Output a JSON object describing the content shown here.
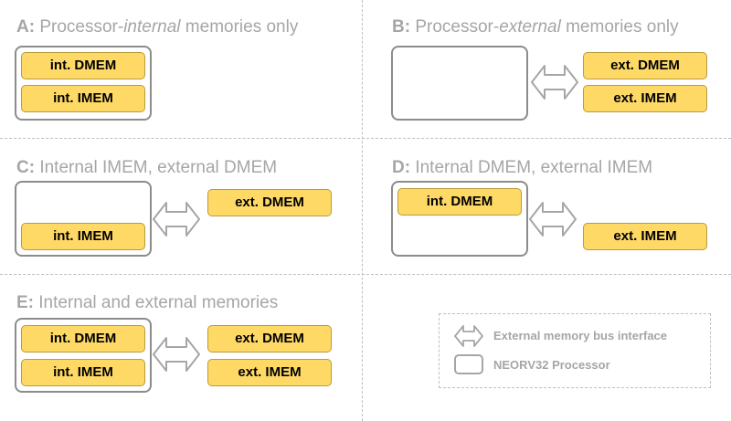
{
  "sections": {
    "a": {
      "letter": "A:",
      "pre": " Processor-",
      "emph": "internal",
      "post": " memories only"
    },
    "b": {
      "letter": "B:",
      "pre": " Processor-",
      "emph": "external",
      "post": " memories only"
    },
    "c": {
      "letter": "C:",
      "text": " Internal IMEM, external DMEM"
    },
    "d": {
      "letter": "D:",
      "text": " Internal DMEM, external IMEM"
    },
    "e": {
      "letter": "E:",
      "text": " Internal and external memories"
    }
  },
  "labels": {
    "int_dmem": "int. DMEM",
    "int_imem": "int. IMEM",
    "ext_dmem": "ext. DMEM",
    "ext_imem": "ext. IMEM"
  },
  "legend": {
    "bus_label": "External memory bus interface",
    "processor_label": "NEORV32 Processor"
  },
  "colors": {
    "memory_fill": "#ffd966",
    "processor_border": "#8c8c8c",
    "title_text": "#a6a6a6",
    "divider": "#bfbfbf"
  },
  "icons": {
    "bus": "double-arrow-icon",
    "processor": "rounded-rectangle-icon"
  }
}
